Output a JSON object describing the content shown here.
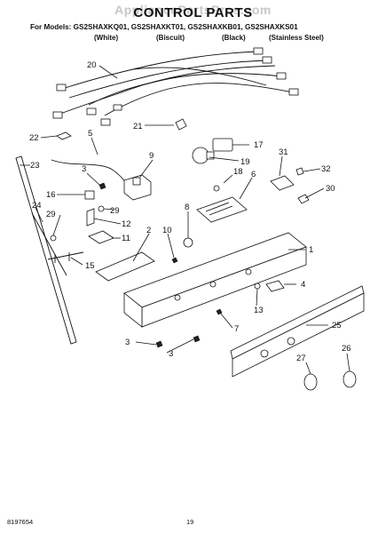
{
  "header": {
    "watermark": "AppliancePartsPros.com",
    "title": "CONTROL PARTS",
    "models_line": "For Models: GS2SHAXKQ01, GS2SHAXKT01, GS2SHAXKB01, GS2SHAXKS01",
    "variants": [
      "(White)",
      "(Biscuit)",
      "(Black)",
      "(Stainless Steel)"
    ]
  },
  "callouts": [
    "20",
    "21",
    "22",
    "5",
    "17",
    "19",
    "9",
    "3",
    "18",
    "6",
    "31",
    "32",
    "30",
    "23",
    "4",
    "16",
    "29",
    "12",
    "8",
    "10",
    "2",
    "11",
    "1",
    "24",
    "29",
    "15",
    "13",
    "7",
    "25",
    "3",
    "3",
    "26",
    "27"
  ],
  "footer": {
    "document_number": "8197654",
    "page_number": "19"
  }
}
